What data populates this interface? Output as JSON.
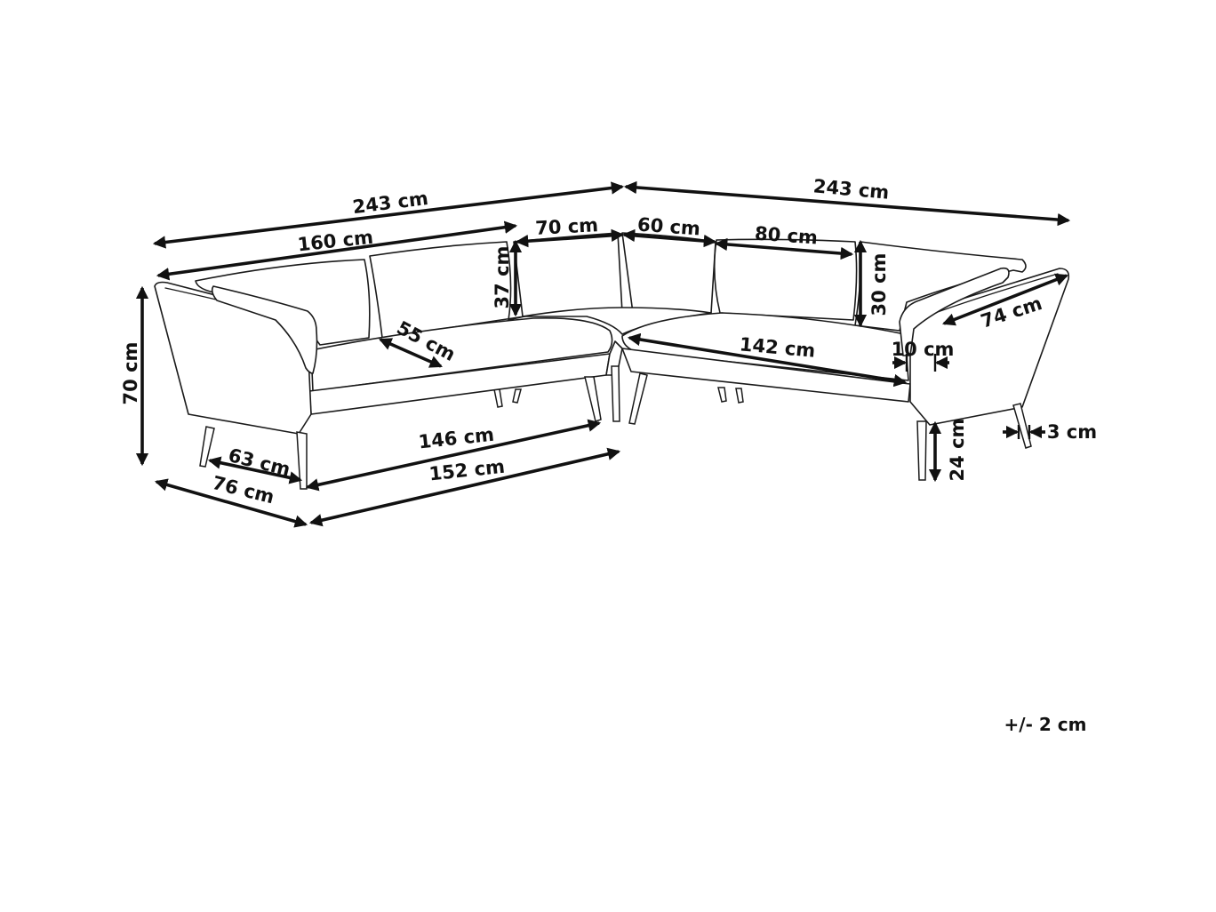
{
  "dimensions": {
    "left_total_width": "243 cm",
    "right_total_width": "243 cm",
    "left_section_width": "160 cm",
    "corner_back_width": "70 cm",
    "corner_back_right": "60 cm",
    "right_back_cushion": "80 cm",
    "back_height": "37 cm",
    "cushion_height": "30 cm",
    "total_height": "70 cm",
    "seat_depth": "55 cm",
    "right_seat_width": "142 cm",
    "armrest_depth": "74 cm",
    "armrest_width": "10 cm",
    "leg_thickness": "3 cm",
    "leg_height": "24 cm",
    "inner_depth": "63 cm",
    "outer_depth": "76 cm",
    "seat_width": "146 cm",
    "base_width": "152 cm"
  },
  "tolerance": "+/- 2 cm",
  "colors": {
    "line": "#1a1a1a",
    "background": "#ffffff"
  }
}
